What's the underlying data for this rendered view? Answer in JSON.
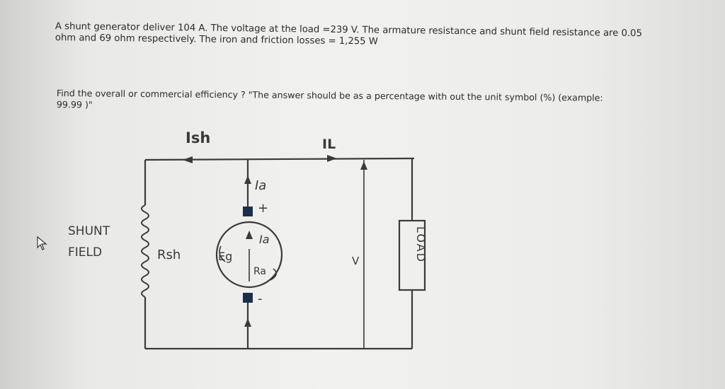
{
  "question": {
    "line1": "A shunt generator deliver 104 A. The voltage at the load =239 V. The armature resistance and shunt field resistance are 0.05",
    "line2": "ohm and 69 ohm respectively. The iron and friction losses = 1,255 W",
    "line3": "Find the overall or commercial efficiency ? \"The answer should be as a percentage with out the unit symbol (%) (example:",
    "line4": "99.99 )\""
  },
  "diagram": {
    "label_ish": "Ish",
    "label_il": "IL",
    "label_ia_top": "Ia",
    "label_ia_inner": "Ia",
    "label_plus": "+",
    "label_minus": "-",
    "label_shunt": "SHUNT",
    "label_field": "FIELD",
    "label_rsh": "Rsh",
    "label_eg": "Eg",
    "label_ra": "Ra",
    "label_v": "V",
    "label_load": "LOAD"
  },
  "icons": {
    "cursor": "mouse-pointer-icon"
  },
  "colors": {
    "ink": "#3a3a3a",
    "terminal": "#1c2f4a"
  }
}
